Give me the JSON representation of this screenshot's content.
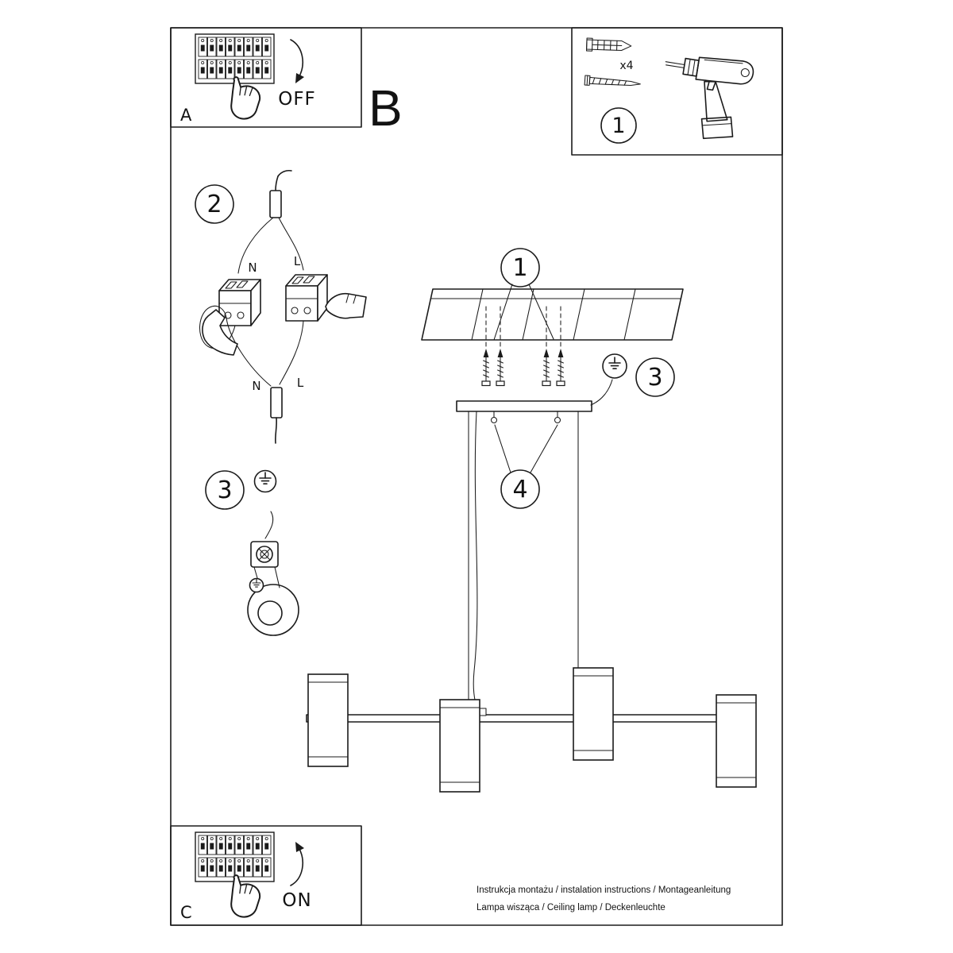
{
  "ink_color": "#1b1b1b",
  "panel_a": {
    "label": "A",
    "switch_state": "OFF"
  },
  "section_b": {
    "label": "B"
  },
  "tools_box": {
    "step_number": "1",
    "anchor_count": "x4"
  },
  "wiring_step": {
    "step_number": "2",
    "labels": {
      "top_n": "N",
      "top_l": "L",
      "bottom_n": "N",
      "bottom_l": "L"
    }
  },
  "ground_step": {
    "step_number": "3"
  },
  "assembly": {
    "screws_step_number": "1",
    "ground_step_number": "3",
    "hanger_step_number": "4"
  },
  "panel_c": {
    "label": "C",
    "switch_state": "ON"
  },
  "footer": {
    "line1": "Instrukcja montażu / instalation instructions / Montageanleitung",
    "line2": "Lampa wisząca / Ceiling lamp / Deckenleuchte"
  }
}
